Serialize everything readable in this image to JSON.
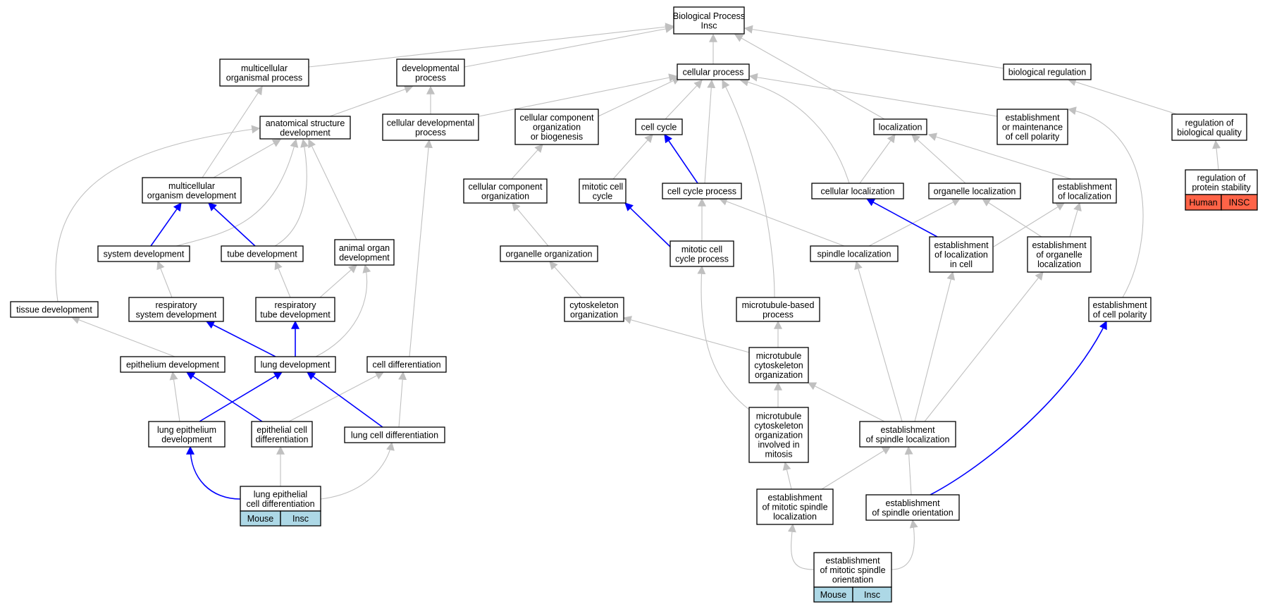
{
  "colors": {
    "gray_edge": "#c0c0c0",
    "blue_edge": "#0000ff",
    "mouse": "#add8e6",
    "human": "#ff6347"
  },
  "nodes": {
    "bp": [
      "Biological Process",
      "Insc"
    ],
    "mop": [
      "multicellular",
      "organismal process"
    ],
    "dp": [
      "developmental",
      "process"
    ],
    "cp": [
      "cellular process"
    ],
    "br": [
      "biological regulation"
    ],
    "asd": [
      "anatomical structure",
      "development"
    ],
    "cdp": [
      "cellular developmental",
      "process"
    ],
    "ccob": [
      "cellular component",
      "organization",
      "or biogenesis"
    ],
    "cc": [
      "cell cycle"
    ],
    "loc": [
      "localization"
    ],
    "emcp": [
      "establishment",
      "or maintenance",
      "of cell polarity"
    ],
    "rbq": [
      "regulation of",
      "biological quality"
    ],
    "rps": [
      "regulation of",
      "protein stability"
    ],
    "mod": [
      "multicellular",
      "organism development"
    ],
    "cco": [
      "cellular component",
      "organization"
    ],
    "mcc": [
      "mitotic cell",
      "cycle"
    ],
    "ccp": [
      "cell cycle process"
    ],
    "cl": [
      "cellular localization"
    ],
    "ol": [
      "organelle localization"
    ],
    "eol": [
      "establishment",
      "of localization"
    ],
    "sd": [
      "system development"
    ],
    "td": [
      "tube development"
    ],
    "aod": [
      "animal organ",
      "development"
    ],
    "oo": [
      "organelle organization"
    ],
    "mccp": [
      "mitotic cell",
      "cycle process"
    ],
    "sl": [
      "spindle localization"
    ],
    "elc": [
      "establishment",
      "of localization",
      "in cell"
    ],
    "eorl": [
      "establishment",
      "of organelle",
      "localization"
    ],
    "tid": [
      "tissue development"
    ],
    "rsd": [
      "respiratory",
      "system development"
    ],
    "rtd": [
      "respiratory",
      "tube development"
    ],
    "co": [
      "cytoskeleton",
      "organization"
    ],
    "mbp": [
      "microtubule-based",
      "process"
    ],
    "ecp": [
      "establishment",
      "of cell polarity"
    ],
    "mco": [
      "microtubule",
      "cytoskeleton",
      "organization"
    ],
    "ed": [
      "epithelium development"
    ],
    "ld": [
      "lung development"
    ],
    "cdiff": [
      "cell differentiation"
    ],
    "led": [
      "lung epithelium",
      "development"
    ],
    "ecd": [
      "epithelial cell",
      "differentiation"
    ],
    "lcd": [
      "lung cell differentiation"
    ],
    "mcom": [
      "microtubule",
      "cytoskeleton",
      "organization",
      "involved in",
      "mitosis"
    ],
    "esl": [
      "establishment",
      "of spindle localization"
    ],
    "lecd": [
      "lung epithelial",
      "cell differentiation"
    ],
    "emsl": [
      "establishment",
      "of mitotic spindle",
      "localization"
    ],
    "eso": [
      "establishment",
      "of spindle orientation"
    ],
    "emso": [
      "establishment",
      "of mitotic spindle",
      "orientation"
    ]
  },
  "badges": {
    "lecd": [
      "Mouse",
      "Insc"
    ],
    "emso": [
      "Mouse",
      "Insc"
    ],
    "rps": [
      "Human",
      "INSC"
    ]
  }
}
